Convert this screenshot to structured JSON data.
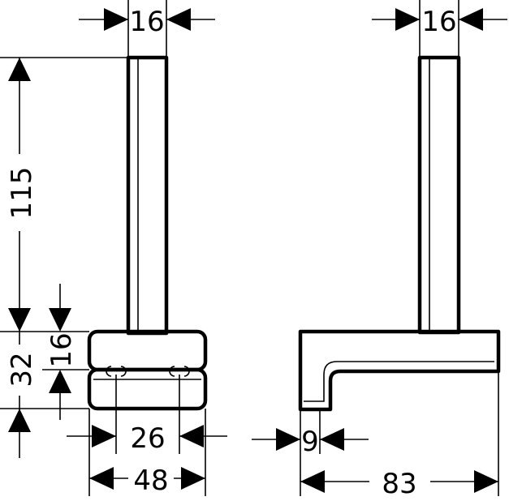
{
  "dimensions": {
    "front_top_width": "16",
    "side_top_width": "16",
    "front_height_upper": "115",
    "front_height_base": "32",
    "front_base_upper": "16",
    "front_hole_spacing": "26",
    "front_base_width": "48",
    "side_depth": "83",
    "side_plate_thickness": "9"
  }
}
